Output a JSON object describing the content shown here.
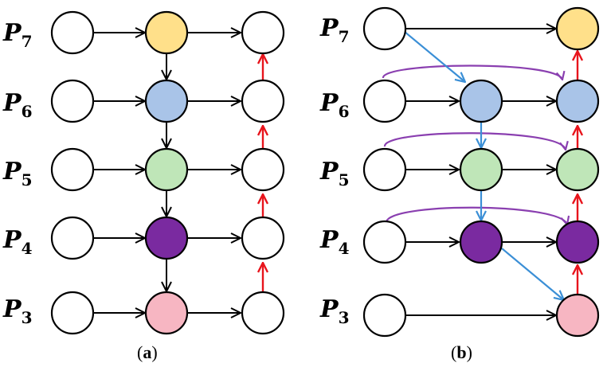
{
  "labels_left": [
    {
      "p": "P",
      "s": "7"
    },
    {
      "p": "P",
      "s": "6"
    },
    {
      "p": "P",
      "s": "5"
    },
    {
      "p": "P",
      "s": "4"
    },
    {
      "p": "P",
      "s": "3"
    }
  ],
  "labels_right": [
    {
      "p": "P",
      "s": "7"
    },
    {
      "p": "P",
      "s": "6"
    },
    {
      "p": "P",
      "s": "5"
    },
    {
      "p": "P",
      "s": "4"
    },
    {
      "p": "P",
      "s": "3"
    }
  ],
  "captions": {
    "a": {
      "open": "(",
      "letter": "a",
      "close": ")"
    },
    "b": {
      "open": "(",
      "letter": "b",
      "close": ")"
    }
  },
  "colors": {
    "yellow": "#ffe08a",
    "blue": "#a9c4e8",
    "green": "#bfe6b8",
    "purple": "#7a2aa0",
    "pink": "#f7b6c2",
    "white": "#ffffff",
    "arrow_black": "#000000",
    "arrow_red": "#e8141c",
    "arrow_blue": "#3b8fd6",
    "arrow_purple": "#8a3fb0"
  }
}
